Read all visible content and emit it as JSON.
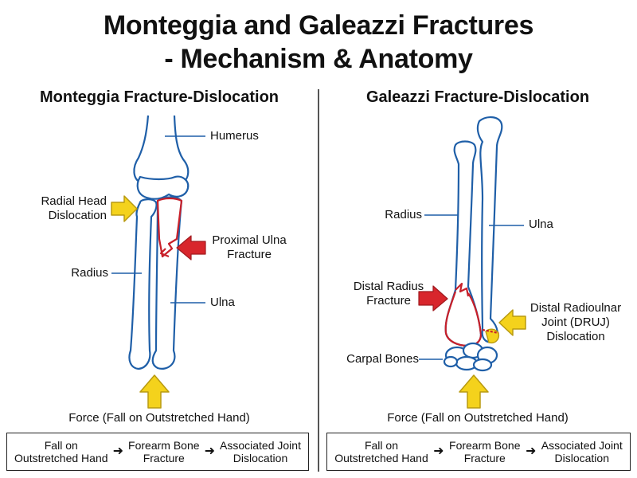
{
  "title": {
    "line1": "Monteggia and Galeazzi Fractures",
    "line2": "- Mechanism & Anatomy"
  },
  "left_panel": {
    "title": "Monteggia Fracture-Dislocation",
    "labels": {
      "humerus": "Humerus",
      "radial_head_1": "Radial Head",
      "radial_head_2": "Dislocation",
      "proximal_ulna_1": "Proximal Ulna",
      "proximal_ulna_2": "Fracture",
      "radius": "Radius",
      "ulna": "Ulna"
    },
    "force": "Force (Fall on Outstretched Hand)",
    "flow": [
      {
        "line1": "Fall on",
        "line2": "Outstretched Hand"
      },
      {
        "line1": "Forearm Bone",
        "line2": "Fracture"
      },
      {
        "line1": "Associated Joint",
        "line2": "Dislocation"
      }
    ]
  },
  "right_panel": {
    "title": "Galeazzi Fracture-Dislocation",
    "labels": {
      "radius": "Radius",
      "ulna": "Ulna",
      "distal_radius_1": "Distal Radius",
      "distal_radius_2": "Fracture",
      "druj_1": "Distal Radioulnar",
      "druj_2": "Joint (DRUJ)",
      "druj_3": "Dislocation",
      "carpal": "Carpal Bones"
    },
    "force": "Force (Fall on Outstretched Hand)",
    "flow": [
      {
        "line1": "Fall on",
        "line2": "Outstretched Hand"
      },
      {
        "line1": "Forearm Bone",
        "line2": "Fracture"
      },
      {
        "line1": "Associated Joint",
        "line2": "Dislocation"
      }
    ]
  },
  "colors": {
    "bone_outline": "#1f5fa8",
    "fracture": "#c8202a",
    "arrow_red": "#d8262c",
    "arrow_yellow": "#f4d21c",
    "arrow_yellow_stroke": "#b89a10",
    "leader_line": "#1f5fa8"
  }
}
